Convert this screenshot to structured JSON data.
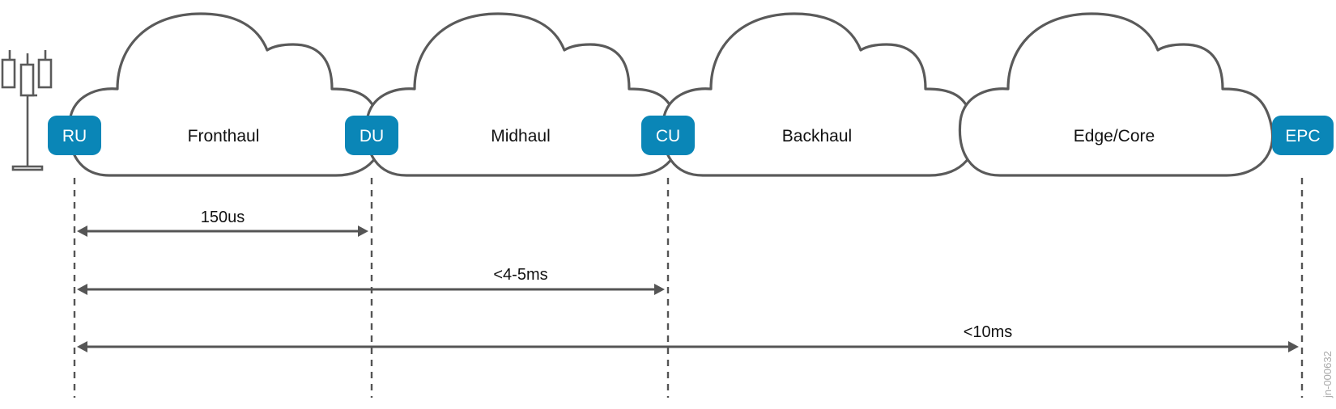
{
  "figure_id": "jn-000632",
  "icons": {
    "tower": "cell-tower-icon"
  },
  "colors": {
    "node": "#0a86b7",
    "line": "#555555",
    "cloud_stroke": "#5a5a5a"
  },
  "clouds": [
    {
      "label": "Fronthaul"
    },
    {
      "label": "Midhaul"
    },
    {
      "label": "Backhaul"
    },
    {
      "label": "Edge/Core"
    }
  ],
  "nodes": [
    {
      "label": "RU"
    },
    {
      "label": "DU"
    },
    {
      "label": "CU"
    },
    {
      "label": "EPC"
    }
  ],
  "latencies": [
    {
      "label": "150us",
      "from": "RU",
      "to": "DU"
    },
    {
      "label": "<4-5ms",
      "from": "RU",
      "to": "CU"
    },
    {
      "label": "<10ms",
      "from": "RU",
      "to": "EPC"
    }
  ]
}
